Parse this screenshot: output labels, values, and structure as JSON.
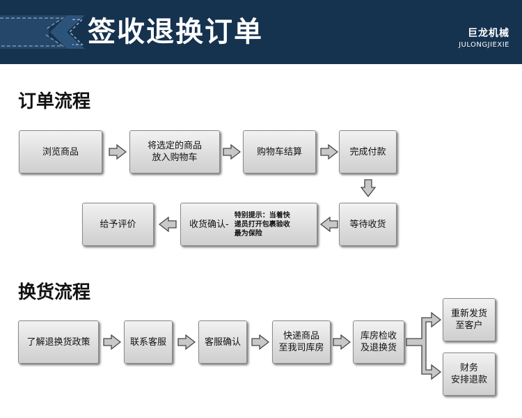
{
  "banner": {
    "title": "签收退换订单",
    "brand_cn": "巨龙机械",
    "brand_en": "JULONGJIEXIE"
  },
  "order_section": {
    "title": "订单流程",
    "steps": {
      "browse": "浏览商品",
      "add_cart": "将选定的商品\n放入购物车",
      "checkout": "购物车结算",
      "pay": "完成付款",
      "wait": "等待收货",
      "confirm": "收货确认-",
      "confirm_note": "特别提示：当着快\n递员打开包裹验收\n最为保险",
      "review": "给予评价"
    }
  },
  "exchange_section": {
    "title": "换货流程",
    "steps": {
      "policy": "了解退换货政策",
      "contact": "联系客服",
      "cs_confirm": "客服确认",
      "ship_back": "快递商品\n至我司库房",
      "inspect": "库房检收\n及退换货",
      "reship": "重新发货\n至客户",
      "refund": "财务\n安排退款"
    }
  },
  "colors": {
    "banner_bg": "#15324f",
    "box_fill": "#dcdcdc",
    "arrow_fill": "#c8c8c8"
  }
}
